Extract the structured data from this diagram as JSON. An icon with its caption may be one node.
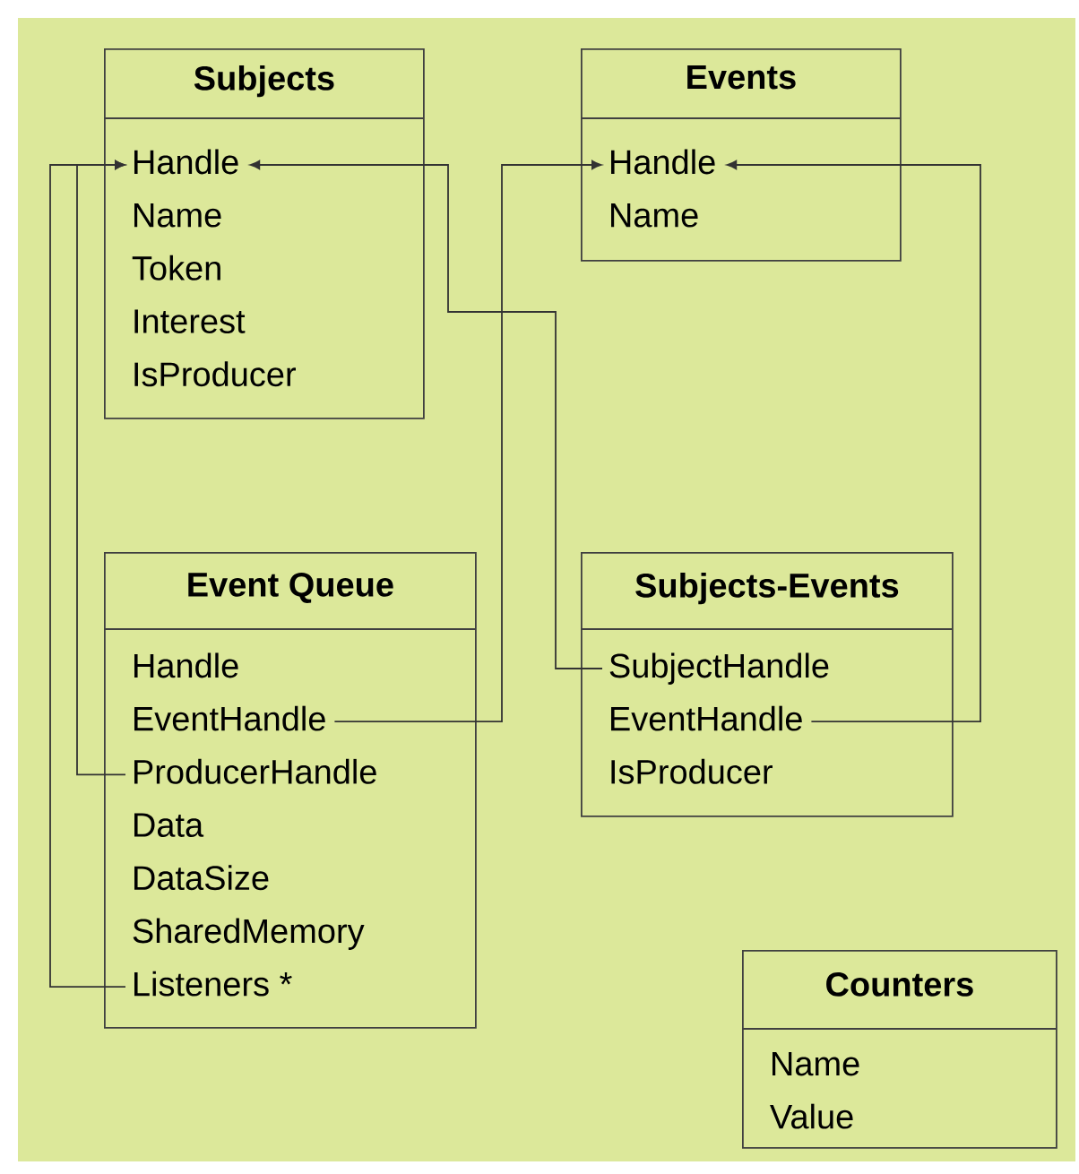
{
  "diagram": {
    "nodes": [
      {
        "text": [
          "Subjects"
        ]
      },
      {
        "text": [
          "Handle"
        ],
        "in": 0
      },
      {
        "text": [
          "Name"
        ],
        "in": 0
      },
      {
        "text": [
          "Token"
        ],
        "in": 0
      },
      {
        "text": [
          "Interest"
        ],
        "in": 0
      },
      {
        "text": [
          "IsProducer"
        ],
        "in": 0
      },
      {
        "text": [
          "Events"
        ]
      },
      {
        "text": [
          "Handle"
        ],
        "in": 6
      },
      {
        "text": [
          "Name"
        ],
        "in": 6
      },
      {
        "text": [
          "Event Queue"
        ]
      },
      {
        "text": [
          "Handle"
        ],
        "in": 9
      },
      {
        "text": [
          "EventHandle"
        ],
        "in": 9
      },
      {
        "text": [
          "ProducerHandle"
        ],
        "in": 9
      },
      {
        "text": [
          "Data"
        ],
        "in": 9
      },
      {
        "text": [
          "DataSize"
        ],
        "in": 9
      },
      {
        "text": [
          "SharedMemory"
        ],
        "in": 9
      },
      {
        "text": [
          "Listeners *"
        ],
        "in": 9
      },
      {
        "text": [
          "Subjects-Events"
        ]
      },
      {
        "text": [
          "SubjectHandle"
        ],
        "in": 17
      },
      {
        "text": [
          "EventHandle"
        ],
        "in": 17
      },
      {
        "text": [
          "IsProducer"
        ],
        "in": 17
      },
      {
        "text": [
          "Counters"
        ]
      },
      {
        "text": [
          "Name"
        ],
        "in": 21
      },
      {
        "text": [
          "Value"
        ],
        "in": 21
      }
    ],
    "edges": [
      {
        "from": 16,
        "to": 1,
        "arrow": "to"
      },
      {
        "from": 12,
        "to": 1,
        "arrow": "to"
      },
      {
        "from": 18,
        "to": 1,
        "arrow": "to"
      },
      {
        "from": 11,
        "to": 7,
        "arrow": "to"
      },
      {
        "from": 19,
        "to": 7,
        "arrow": "to"
      }
    ]
  }
}
